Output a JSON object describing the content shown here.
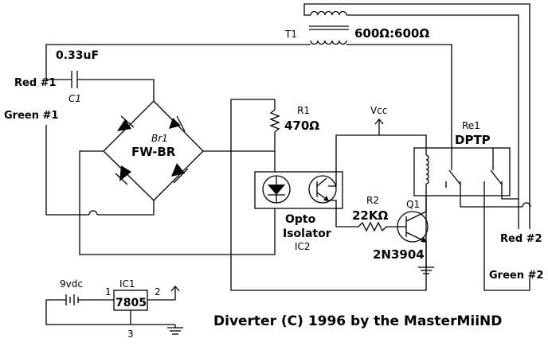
{
  "labels": {
    "red1": "Red #1",
    "green1": "Green #1",
    "red2": "Red #2",
    "green2": "Green #2",
    "cap_value": "0.33uF",
    "cap_ref": "C1",
    "transformer_ref": "T1",
    "transformer_value": "600Ω:600Ω",
    "bridge_ref": "Br1",
    "bridge_value": "FW-BR",
    "r1_ref": "R1",
    "r1_value": "470Ω",
    "vcc": "Vcc",
    "relay_ref": "Re1",
    "relay_value": "DPTP",
    "opto_line1": "Opto",
    "opto_line2": "Isolator",
    "opto_ref": "IC2",
    "r2_ref": "R2",
    "r2_value": "22KΩ",
    "q1_ref": "Q1",
    "q1_value": "2N3904",
    "battery_value": "9vdc",
    "ic1_ref": "IC1",
    "ic1_value": "7805",
    "pin1": "1",
    "pin2": "2",
    "pin3": "3",
    "title": "Diverter (C) 1996 by the MasterMiiND"
  }
}
